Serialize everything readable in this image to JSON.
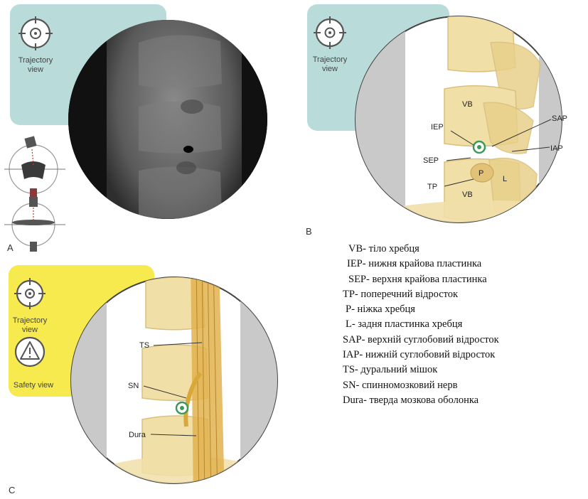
{
  "panel_a": {
    "label": "A",
    "trajectory_label_line1": "Trajectory",
    "trajectory_label_line2": "view"
  },
  "panel_b": {
    "label": "B",
    "trajectory_label_line1": "Trajectory",
    "trajectory_label_line2": "view",
    "annotations": {
      "vb_upper": "VB",
      "iep": "IEP",
      "sap": "SAP",
      "iap": "IAP",
      "sep": "SEP",
      "p": "P",
      "l": "L",
      "tp": "TP",
      "vb_lower": "VB"
    }
  },
  "panel_c": {
    "label": "C",
    "trajectory_label_line1": "Trajectory",
    "trajectory_label_line2": "view",
    "safety_label": "Safety view",
    "annotations": {
      "ts": "TS",
      "sn": "SN",
      "dura": "Dura"
    }
  },
  "legend": [
    "VB- тіло хребця",
    "IEP- нижня крайова пластинка",
    "SEP- верхня крайова пластинка",
    "TP- поперечний відросток",
    "P- ніжка хребця",
    "L- задня пластинка хребця",
    "SAP- верхній суглобовий відросток",
    "IAP- нижній суглобовий відросток",
    "TS- дуральний мішок",
    "SN- спинномозковий нерв",
    "Dura- тверда мозкова оболонка"
  ],
  "colors": {
    "teal_panel": "#b9dcdb",
    "yellow_panel": "#f6ea4e",
    "bone": "#f1dfa8",
    "bone_dark": "#d9c07c",
    "gray_side": "#c9c9c9",
    "target_green": "#3c9a57",
    "nerve": "#d8a83a"
  }
}
